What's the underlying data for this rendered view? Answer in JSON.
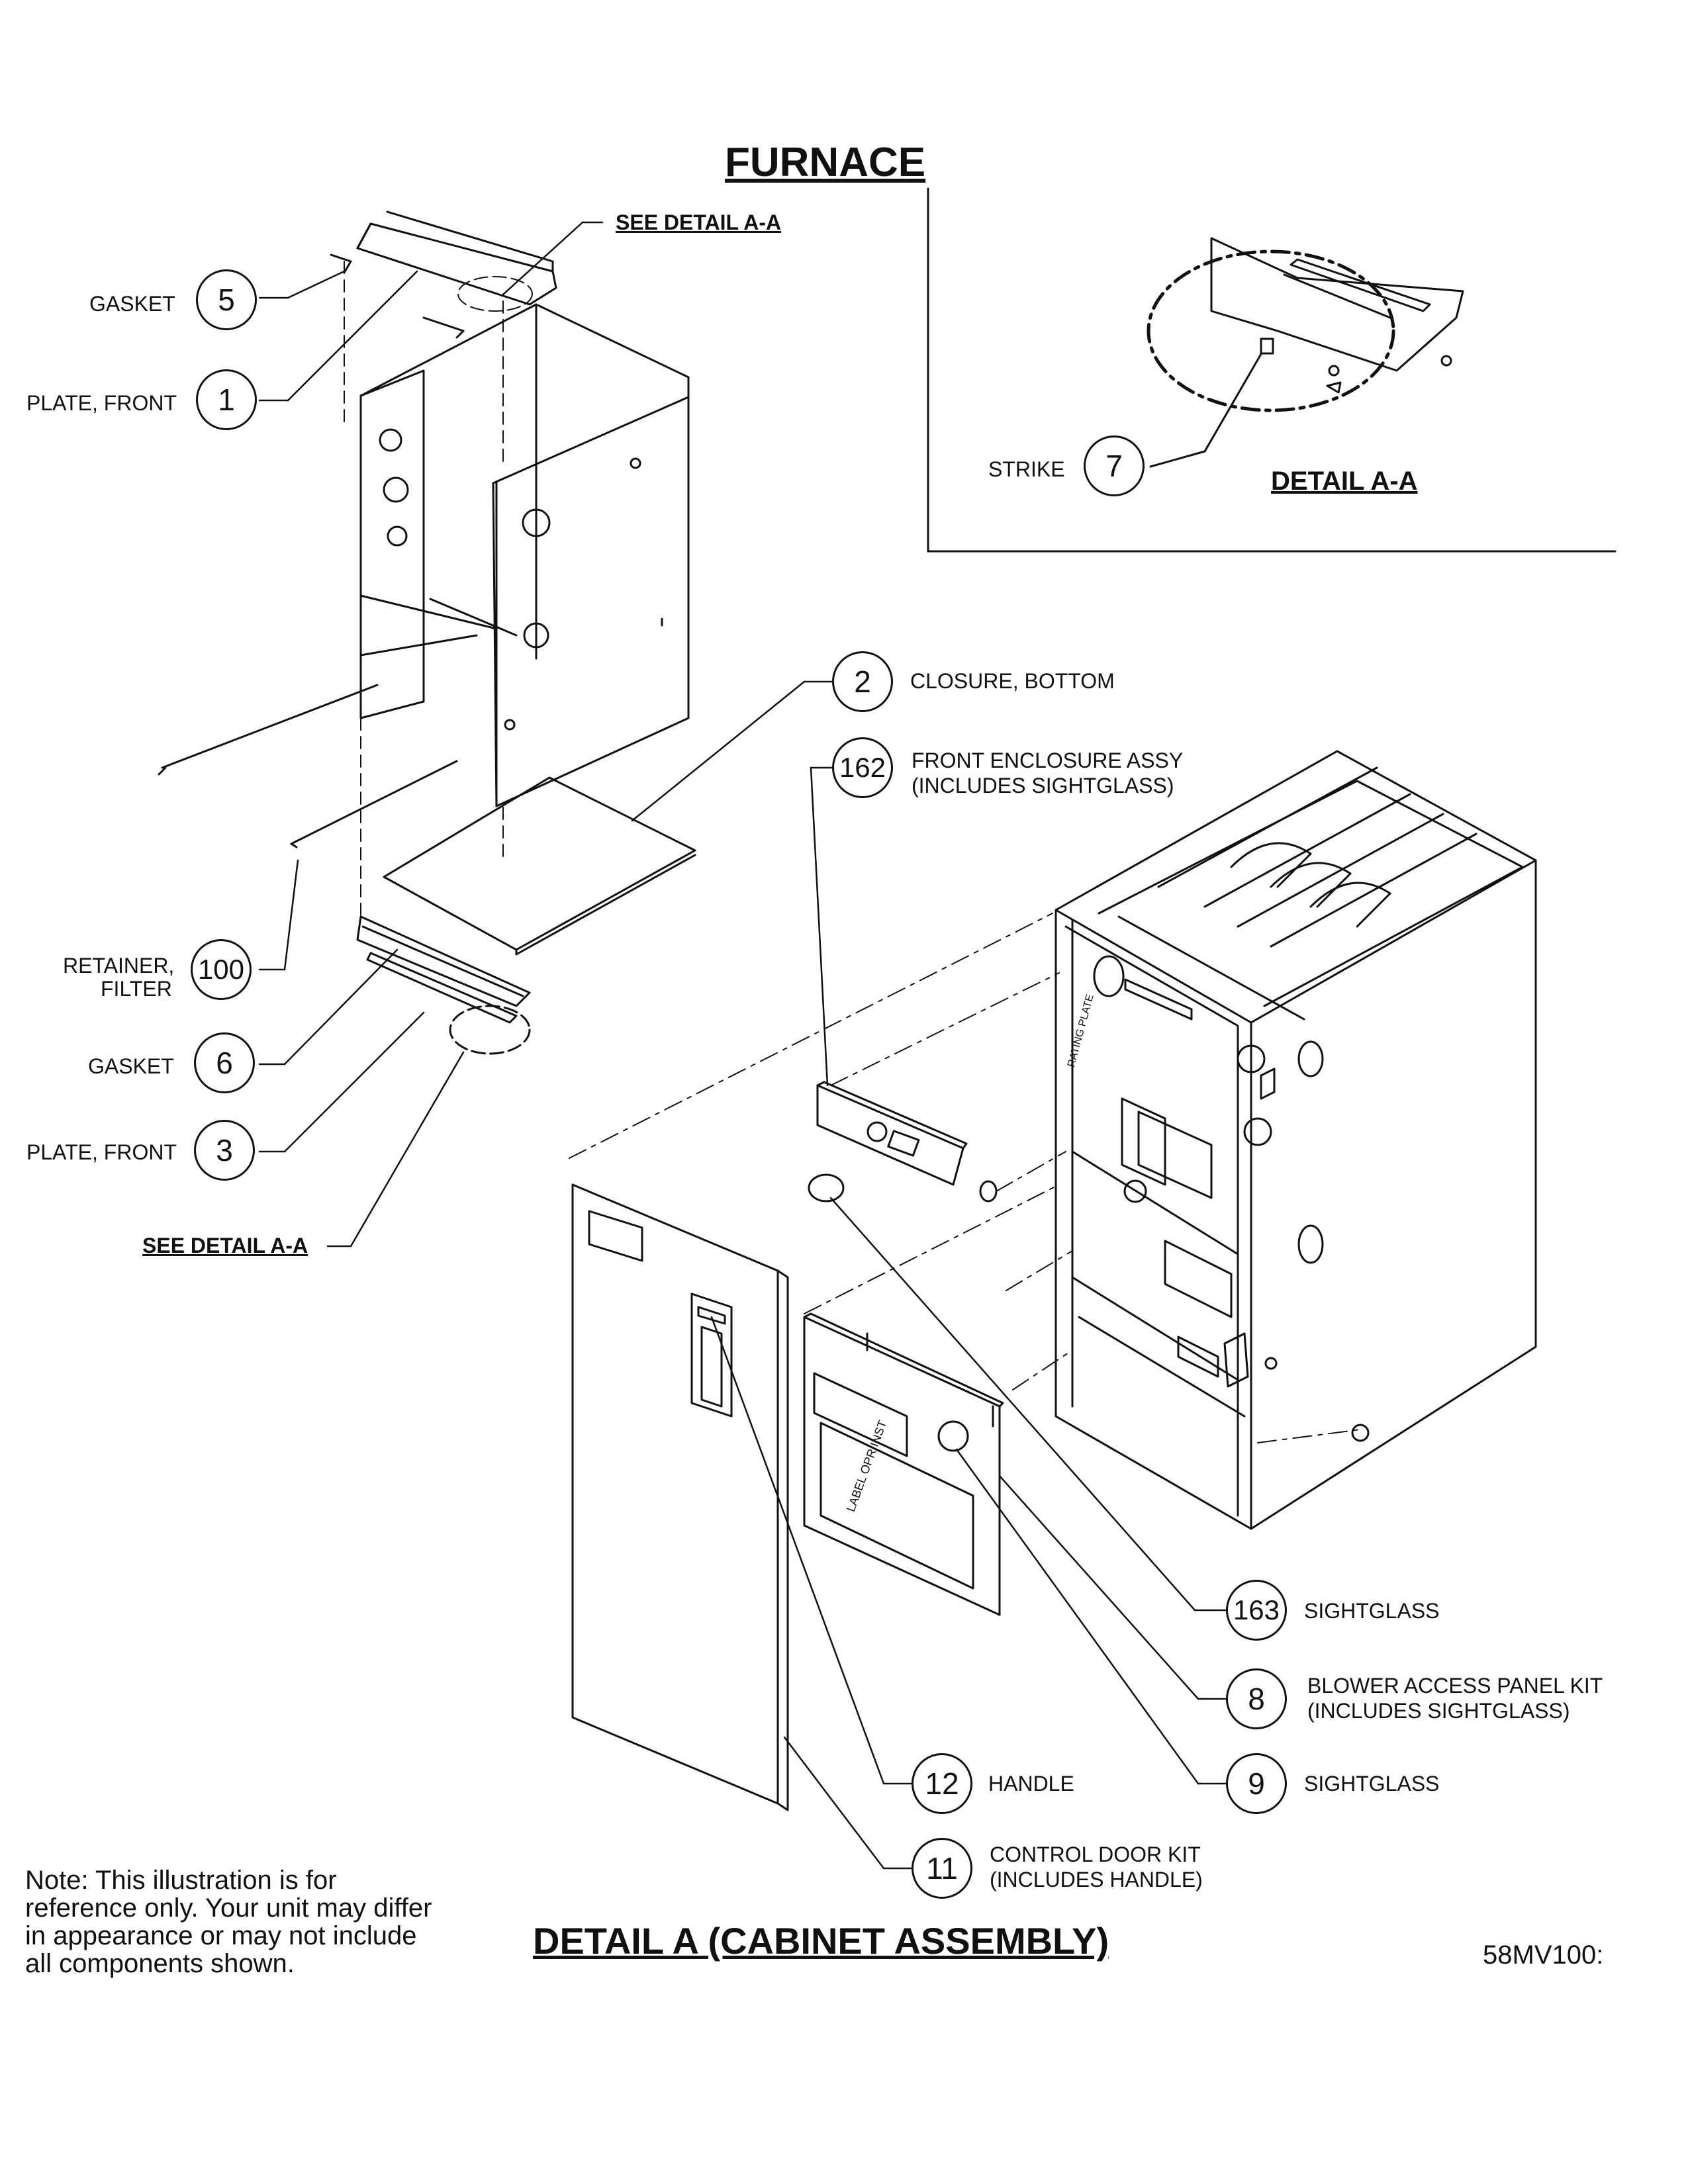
{
  "title": "FURNACE",
  "subtitle": "DETAIL A (CABINET ASSEMBLY)",
  "detail_title": "DETAIL A-A",
  "see_detail_top": "SEE DETAIL A-A",
  "see_detail_bottom": "SEE DETAIL A-A",
  "drawing_number": "58MV100:",
  "note": "Note: This illustration is for reference only. Your unit may differ in appearance or may not include all components shown.",
  "callouts": {
    "c5": {
      "num": "5",
      "label": "GASKET"
    },
    "c1": {
      "num": "1",
      "label": "PLATE, FRONT"
    },
    "c7": {
      "num": "7",
      "label": "STRIKE"
    },
    "c2": {
      "num": "2",
      "label": "CLOSURE, BOTTOM"
    },
    "c162": {
      "num": "162",
      "label": "FRONT ENCLOSURE ASSY",
      "label2": "(INCLUDES SIGHTGLASS)"
    },
    "c100": {
      "num": "100",
      "label": "RETAINER,",
      "label2": "FILTER"
    },
    "c6": {
      "num": "6",
      "label": "GASKET"
    },
    "c3": {
      "num": "3",
      "label": "PLATE, FRONT"
    },
    "c163": {
      "num": "163",
      "label": "SIGHTGLASS"
    },
    "c8": {
      "num": "8",
      "label": "BLOWER ACCESS PANEL KIT",
      "label2": "(INCLUDES SIGHTGLASS)"
    },
    "c12": {
      "num": "12",
      "label": "HANDLE"
    },
    "c9": {
      "num": "9",
      "label": "SIGHTGLASS"
    },
    "c11": {
      "num": "11",
      "label": "CONTROL DOOR KIT",
      "label2": "(INCLUDES HANDLE)"
    }
  },
  "part_markings": {
    "rating_plate": "RATING PLATE",
    "label_oper_inst": "LABEL OPR INST"
  }
}
